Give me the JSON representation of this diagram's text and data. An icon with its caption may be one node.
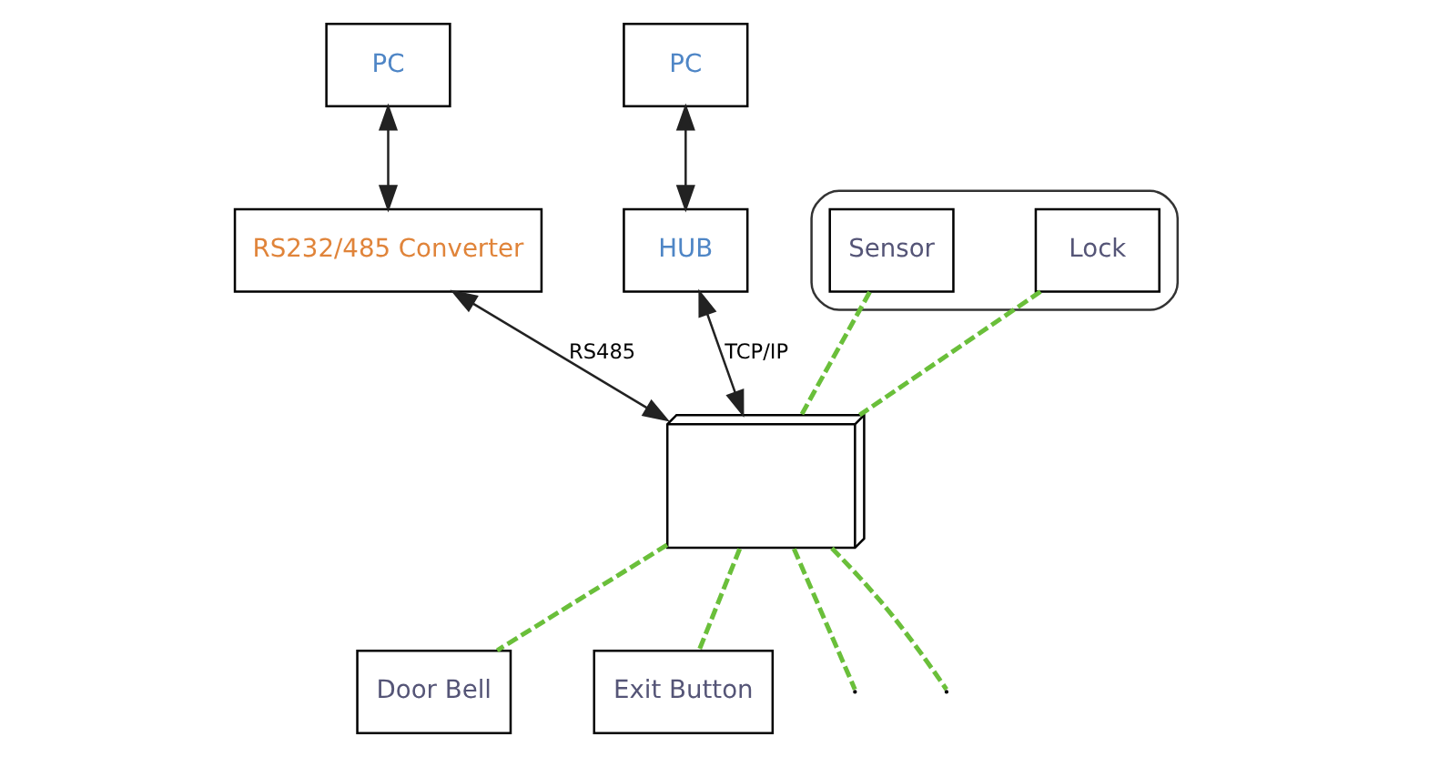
{
  "diagram": {
    "nodes": [
      {
        "text": [
          "PC"
        ]
      },
      {
        "text": [
          "PC"
        ]
      },
      {
        "text": [
          "RS232/485 Converter"
        ]
      },
      {
        "text": [
          "HUB"
        ]
      },
      {
        "text": [],
        "shape": "picture"
      },
      {
        "text": [
          "Sensor"
        ],
        "in": 4
      },
      {
        "text": [
          "Lock"
        ],
        "in": 4
      },
      {
        "text": [],
        "shape": "picture"
      },
      {
        "text": [
          "Door Bell"
        ]
      },
      {
        "text": [
          "Exit Button"
        ]
      }
    ],
    "edges": [
      {
        "from": 0,
        "to": 2,
        "arrow": "both",
        "color": "#222222"
      },
      {
        "from": 1,
        "to": 3,
        "arrow": "both",
        "color": "#222222"
      },
      {
        "from": 2,
        "to": 7,
        "arrow": "both",
        "label": "RS485",
        "color": "#222222"
      },
      {
        "from": 3,
        "to": 7,
        "arrow": "both",
        "label": "TCP/IP",
        "color": "#222222"
      },
      {
        "from": 6,
        "to": 7,
        "arrow": "none",
        "style": "dashed",
        "color": "#6abf3a"
      },
      {
        "from": 5,
        "to": 7,
        "arrow": "none",
        "style": "dashed",
        "color": "#6abf3a"
      },
      {
        "from": 7,
        "to": 8,
        "arrow": "none",
        "style": "dashed",
        "color": "#6abf3a"
      },
      {
        "from": 7,
        "to": 9,
        "arrow": "none",
        "style": "dashed",
        "color": "#6abf3a"
      },
      {
        "from": 7,
        "to": null,
        "arrow": "none",
        "style": "dashed",
        "color": "#6abf3a"
      },
      {
        "from": 7,
        "to": null,
        "arrow": "none",
        "style": "dashed",
        "color": "#6abf3a"
      }
    ]
  }
}
